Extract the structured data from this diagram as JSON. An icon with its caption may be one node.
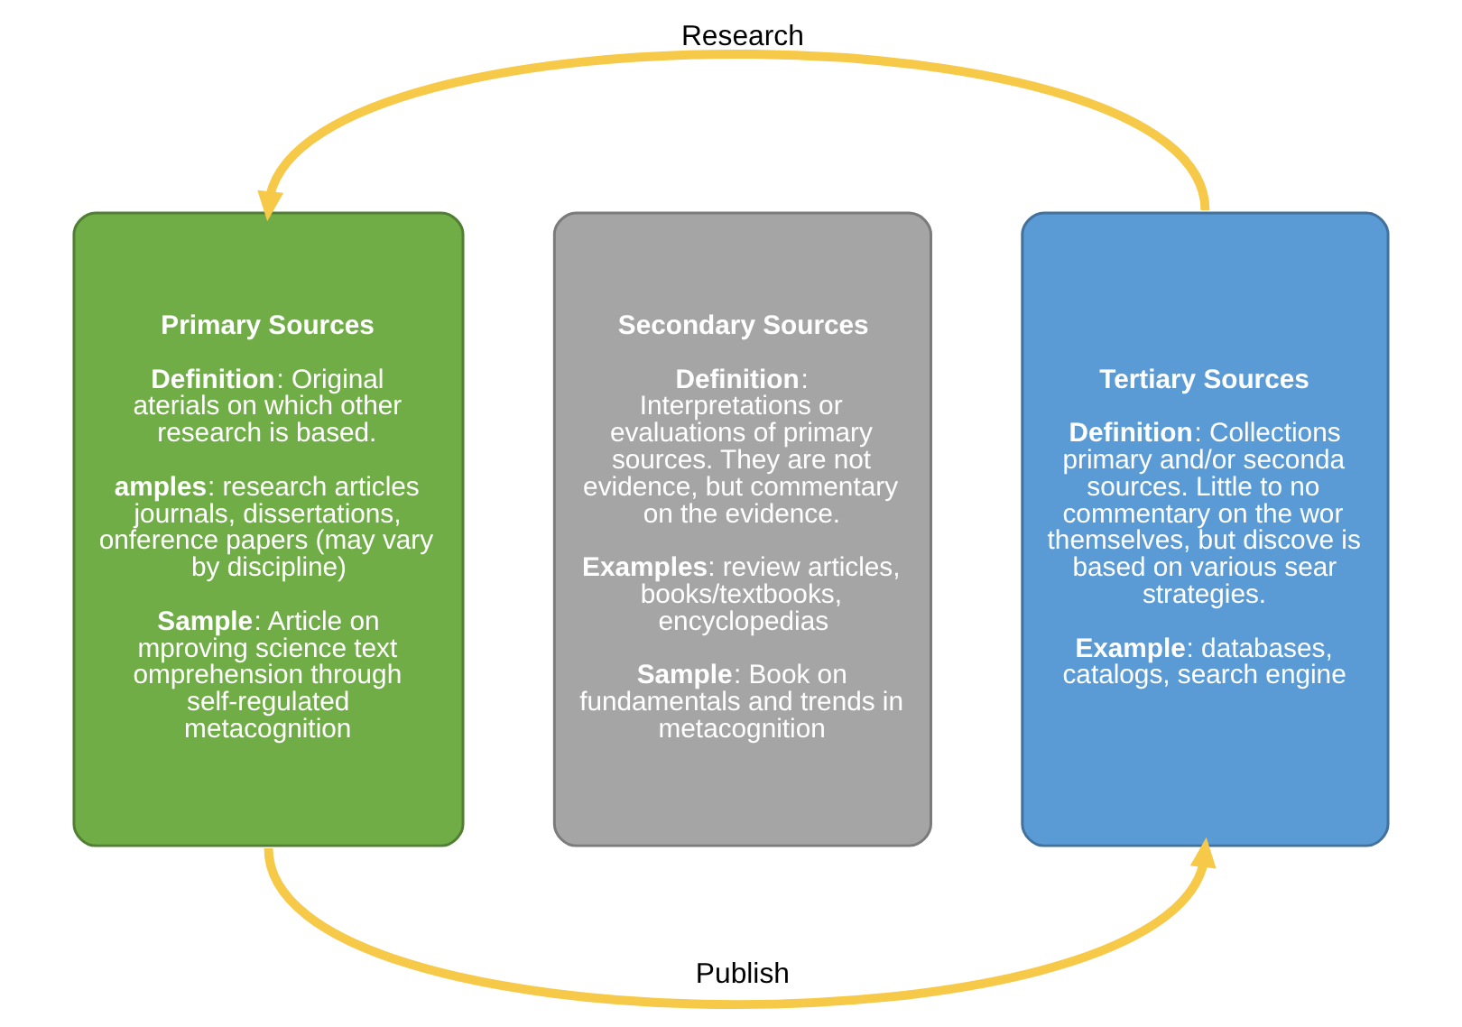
{
  "diagram": {
    "nodes": [
      {
        "text": [
          "Primary Sources",
          "**Definition**: Original aterials on which other research is based.",
          "**amples**: research articles journals, dissertations, onference papers (may vary by discipline)",
          "**Sample**: Article on mproving science text omprehension through self-regulated metacognition"
        ]
      },
      {
        "text": [
          "Secondary Sources",
          "**Definition**: Interpretations or evaluations of primary sources. They are not evidence, but commentary on the evidence.",
          "**Examples**: review articles, books/textbooks, encyclopedias",
          "**Sample**: Book on fundamentals and trends in metacognition"
        ]
      },
      {
        "text": [
          "Tertiary Sources",
          "**Definition**: Collections primary and/or seconda sources. Little to no commentary on the wor themselves, but discove is based on various sear strategies.",
          "**Example**: databases, catalogs, search engine"
        ]
      }
    ],
    "edges": [
      {
        "from": 2,
        "to": 0,
        "arrow": "to",
        "label": "Research"
      },
      {
        "from": 0,
        "to": 2,
        "arrow": "to",
        "label": "Publish"
      }
    ]
  }
}
